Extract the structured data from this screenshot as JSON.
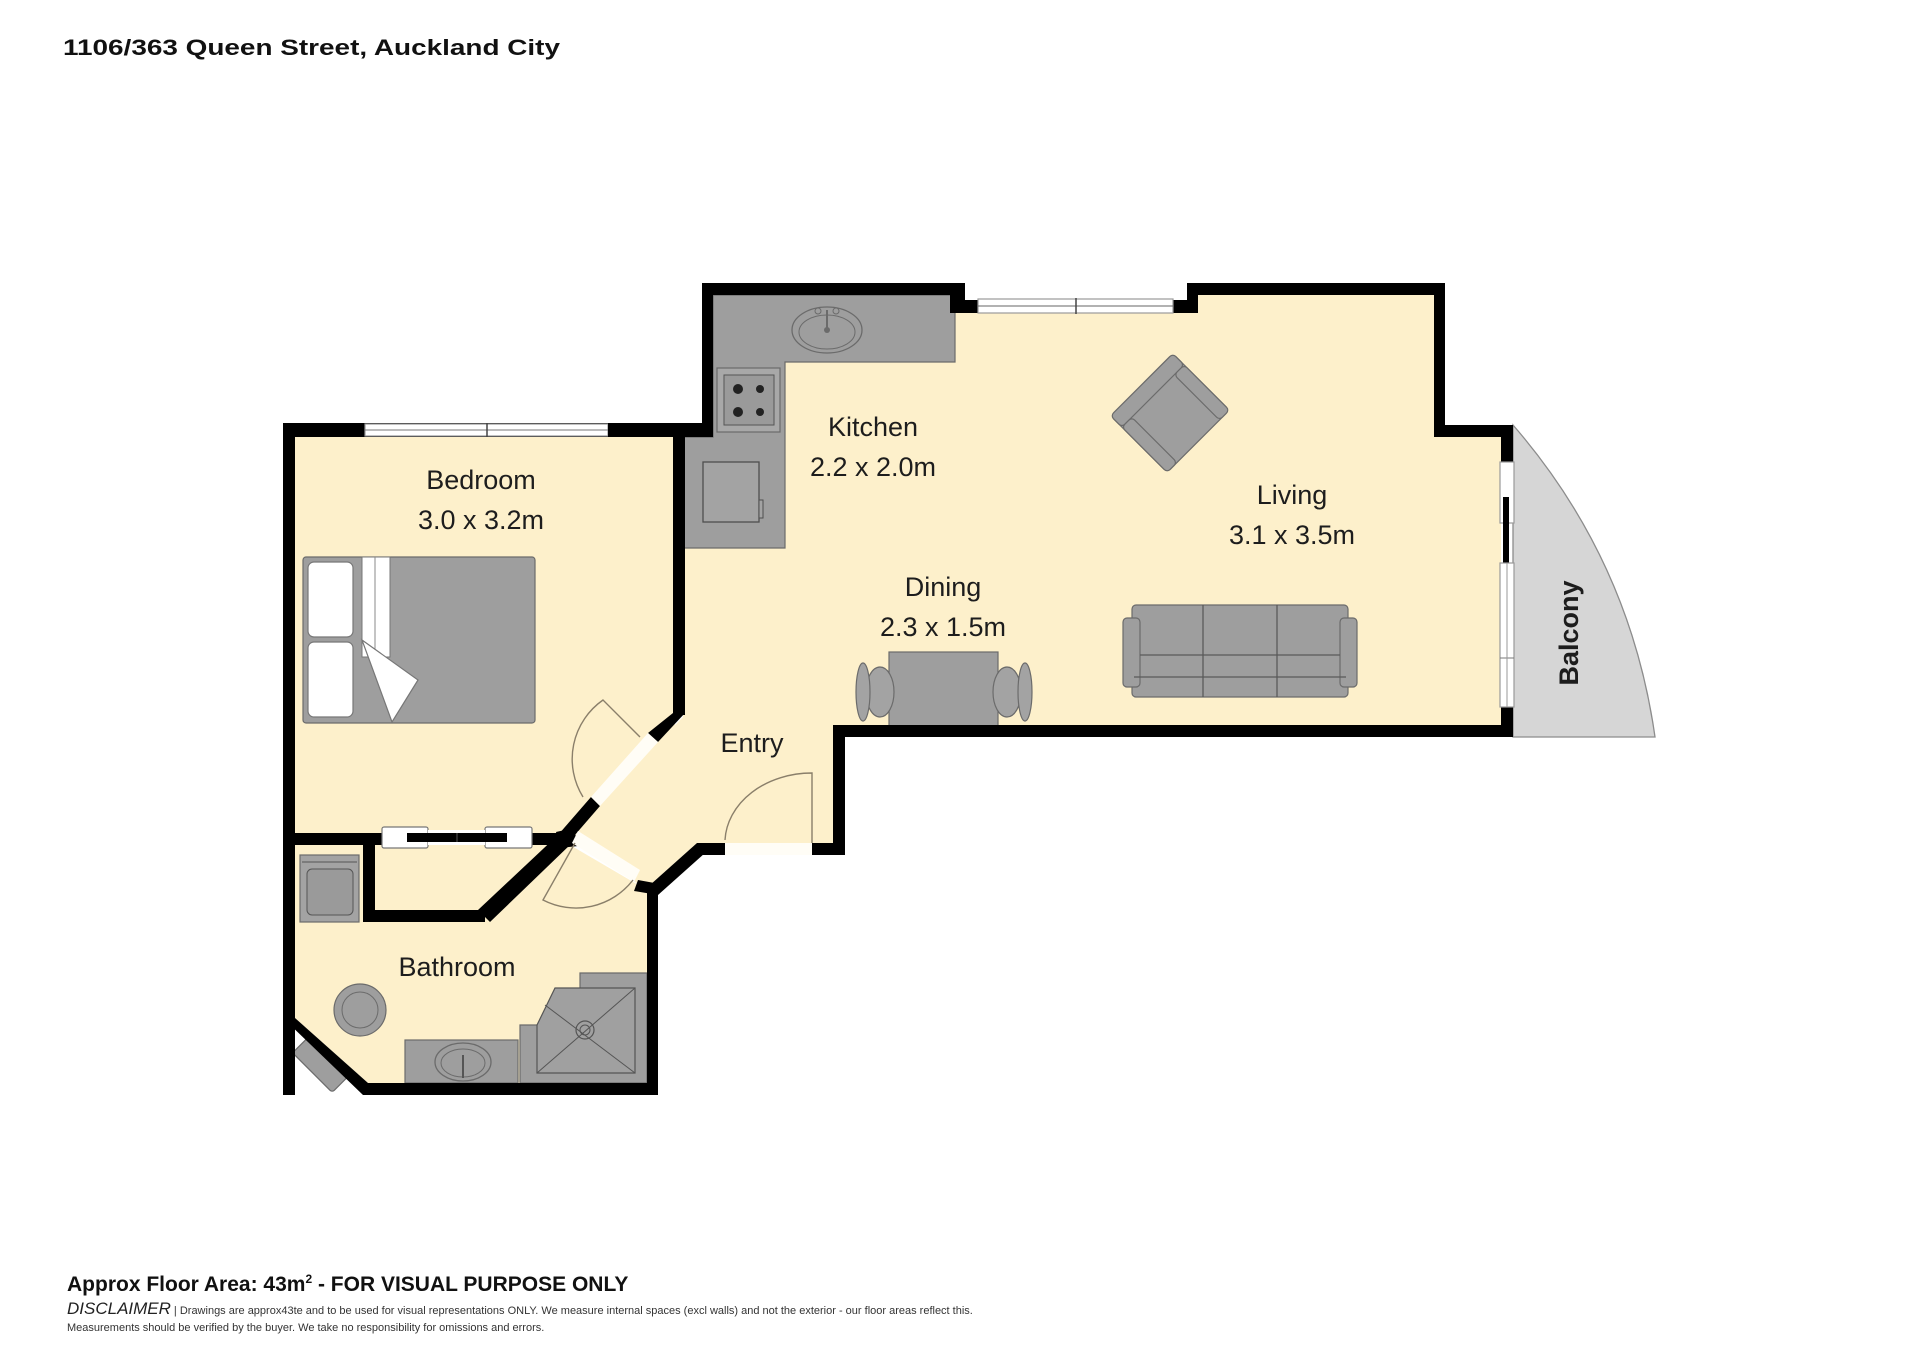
{
  "header": {
    "address": "1106/363 Queen Street, Auckland City"
  },
  "rooms": {
    "kitchen": {
      "name": "Kitchen",
      "dims": "2.2 x 2.0m"
    },
    "bedroom": {
      "name": "Bedroom",
      "dims": "3.0 x 3.2m"
    },
    "living": {
      "name": "Living",
      "dims": "3.1 x 3.5m"
    },
    "dining": {
      "name": "Dining",
      "dims": "2.3 x 1.5m"
    },
    "entry": {
      "name": "Entry"
    },
    "bathroom": {
      "name": "Bathroom"
    },
    "balcony": {
      "name": "Balcony"
    }
  },
  "footer": {
    "area_prefix": "Approx Floor Area: 43m",
    "area_sup": "2",
    "area_suffix": " - FOR VISUAL PURPOSE ONLY",
    "disclaimer_head": "DISCLAIMER",
    "disclaimer_line1": "| Drawings are approx43te and to be used for visual representations ONLY. We measure internal spaces (excl walls) and not the exterior - our floor areas reflect this.",
    "disclaimer_line2": "Measurements should be verified by the buyer. We take no responsibility for omissions and errors."
  },
  "colors": {
    "floor": "#fdf0cb",
    "wall": "#000000",
    "fixture": "#9e9e9e",
    "balcony": "#d6d6d6"
  }
}
